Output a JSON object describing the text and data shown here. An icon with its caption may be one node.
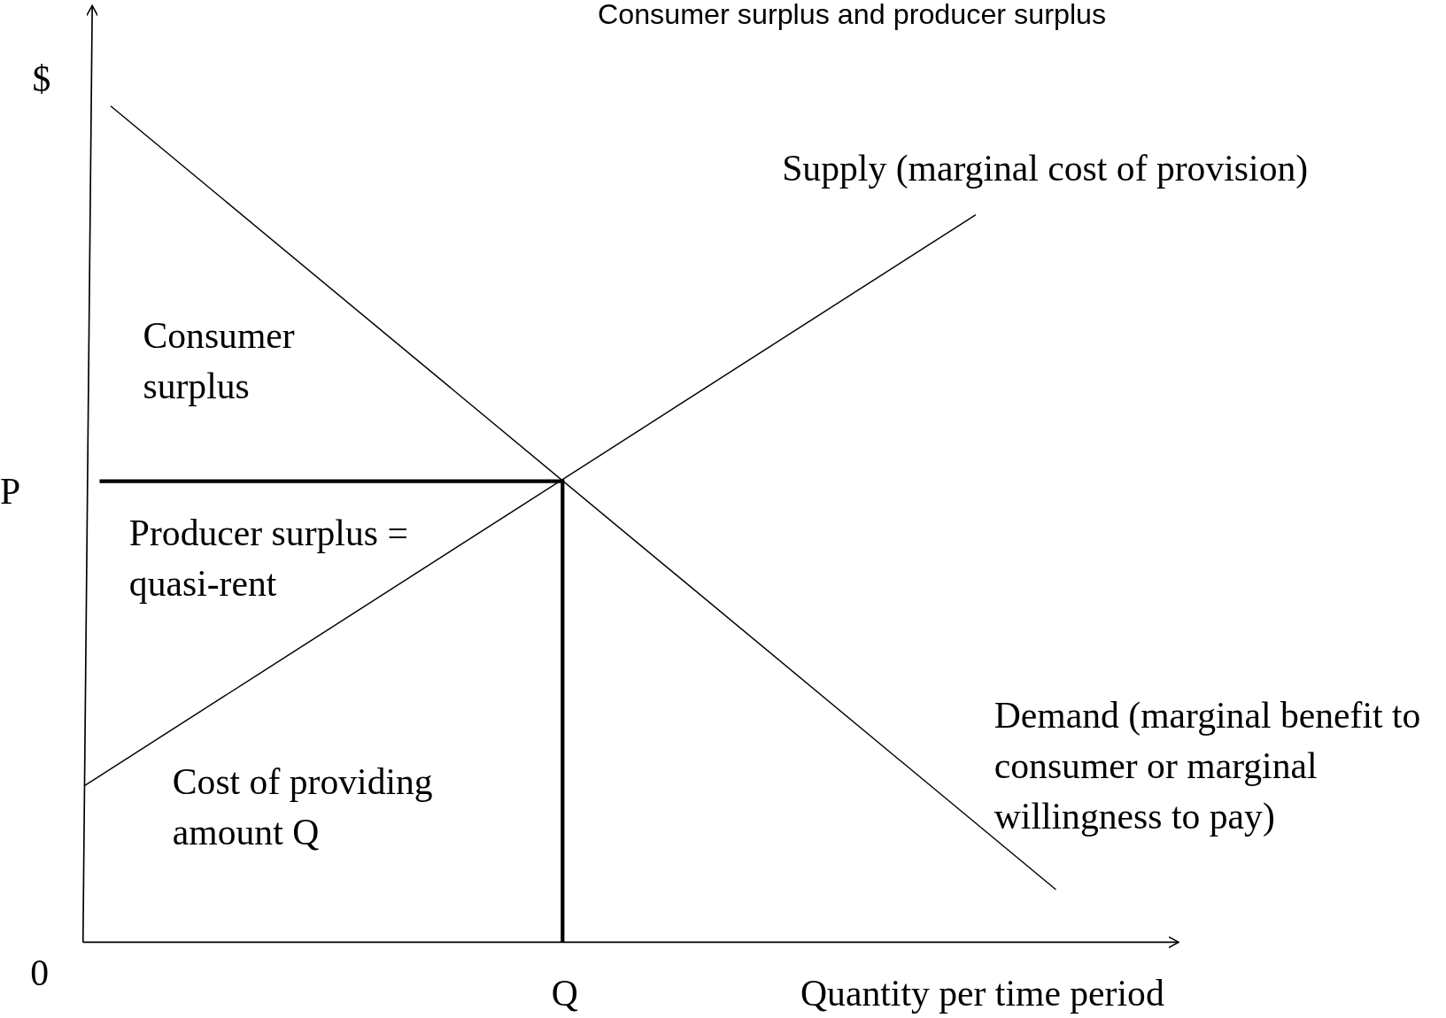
{
  "diagram": {
    "title": "Consumer surplus and producer surplus",
    "labels": [
      "$",
      "P",
      "0",
      "Q",
      "Quantity per time period",
      "Supply (marginal cost of provision)",
      "Demand (marginal benefit to consumer or marginal willingness to pay)",
      "Consumer surplus",
      "Producer surplus = quasi-rent",
      "Cost of providing amount Q"
    ]
  }
}
